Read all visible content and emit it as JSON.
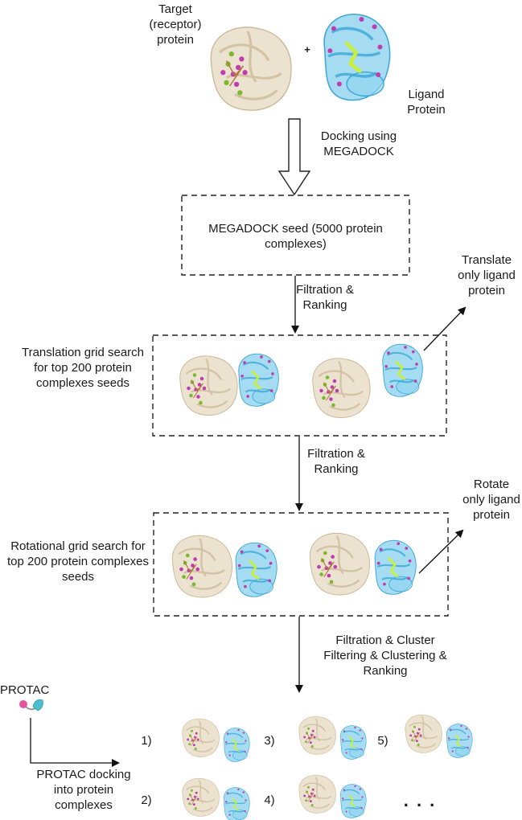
{
  "labels": {
    "target": "Target (receptor) protein",
    "plus": "+",
    "ligand": "Ligand Protein",
    "docking": "Docking using MEGADOCK",
    "seed": "MEGADOCK seed (5000 protein complexes)",
    "filtration1": "Filtration & Ranking",
    "translate_only": "Translate only ligand protein",
    "translation_grid": "Translation grid search for top 200 protein complexes seeds",
    "filtration2": "Filtration & Ranking",
    "rotate_only": "Rotate only ligand protein",
    "rotational_grid": "Rotational grid search for top 200 protein complexes seeds",
    "filtration3": "Filtration & Cluster Filtering & Clustering & Ranking",
    "protac": "PROTAC",
    "protac_docking": "PROTAC docking into protein complexes",
    "result_1": "1)",
    "result_2": "2)",
    "result_3": "3)",
    "result_4": "4)",
    "result_5": "5)",
    "ellipsis": ". . ."
  },
  "colors": {
    "receptor": "#e6d8c0",
    "receptor_stroke": "#c9b592",
    "ligand": "#8ed3ef",
    "ligand_stroke": "#3aa6d6",
    "ligand_core": "#c8f03c",
    "atom_magenta": "#c03bb0",
    "atom_green": "#7ab82d",
    "protac_pink": "#e2559c",
    "protac_teal": "#4bbfd1"
  }
}
